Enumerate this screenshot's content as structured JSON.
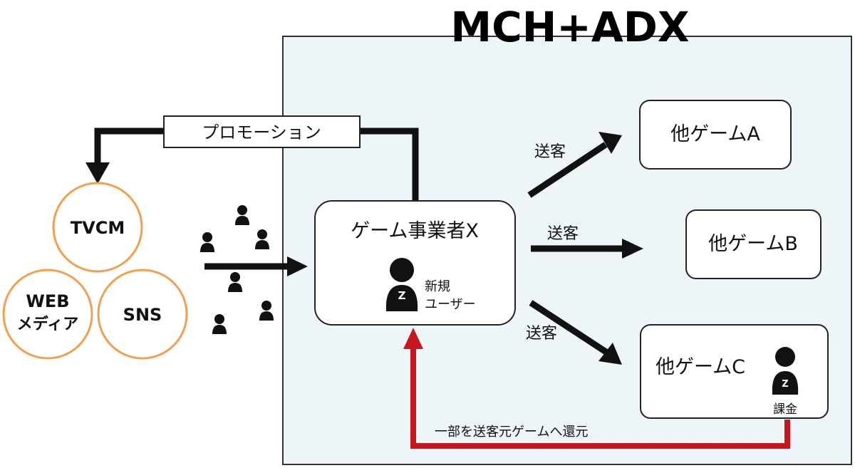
{
  "title": "MCH+ADX",
  "promotion_label": "プロモーション",
  "media": {
    "tvcm": "TVCM",
    "web_line1": "WEB",
    "web_line2": "メディア",
    "sns": "SNS"
  },
  "operator_box": {
    "title": "ゲーム事業者X",
    "user_label_line1": "新規",
    "user_label_line2": "ユーザー"
  },
  "send_label": "送客",
  "games": {
    "a": "他ゲームA",
    "b": "他ゲームB",
    "c": "他ゲームC"
  },
  "paying_label": "課金",
  "user_badge": "Z",
  "return_label": "一部を送客元ゲームへ還元",
  "colors": {
    "panel_fill": "#eef5f8",
    "media_orange": "#f0a050",
    "return_red": "#c8161e",
    "arrow_black": "#111111"
  }
}
